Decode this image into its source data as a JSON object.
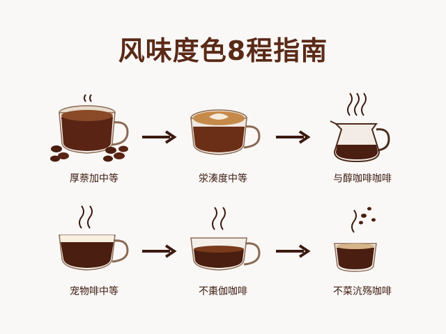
{
  "title": "风味度色8程指南",
  "items": [
    {
      "label": "厚萘加中等"
    },
    {
      "label": "泶湊度中等"
    },
    {
      "label": "与醇咖啡咖啡"
    },
    {
      "label": "宠物啡中等"
    },
    {
      "label": "不棗伽咖啡"
    },
    {
      "label": "不菜沆殇咖啡"
    }
  ],
  "colors": {
    "title": "#5a2a18",
    "coffee_dark": "#4a1e10",
    "coffee_light": "#c58a4a",
    "arrow": "#3b1a10"
  }
}
